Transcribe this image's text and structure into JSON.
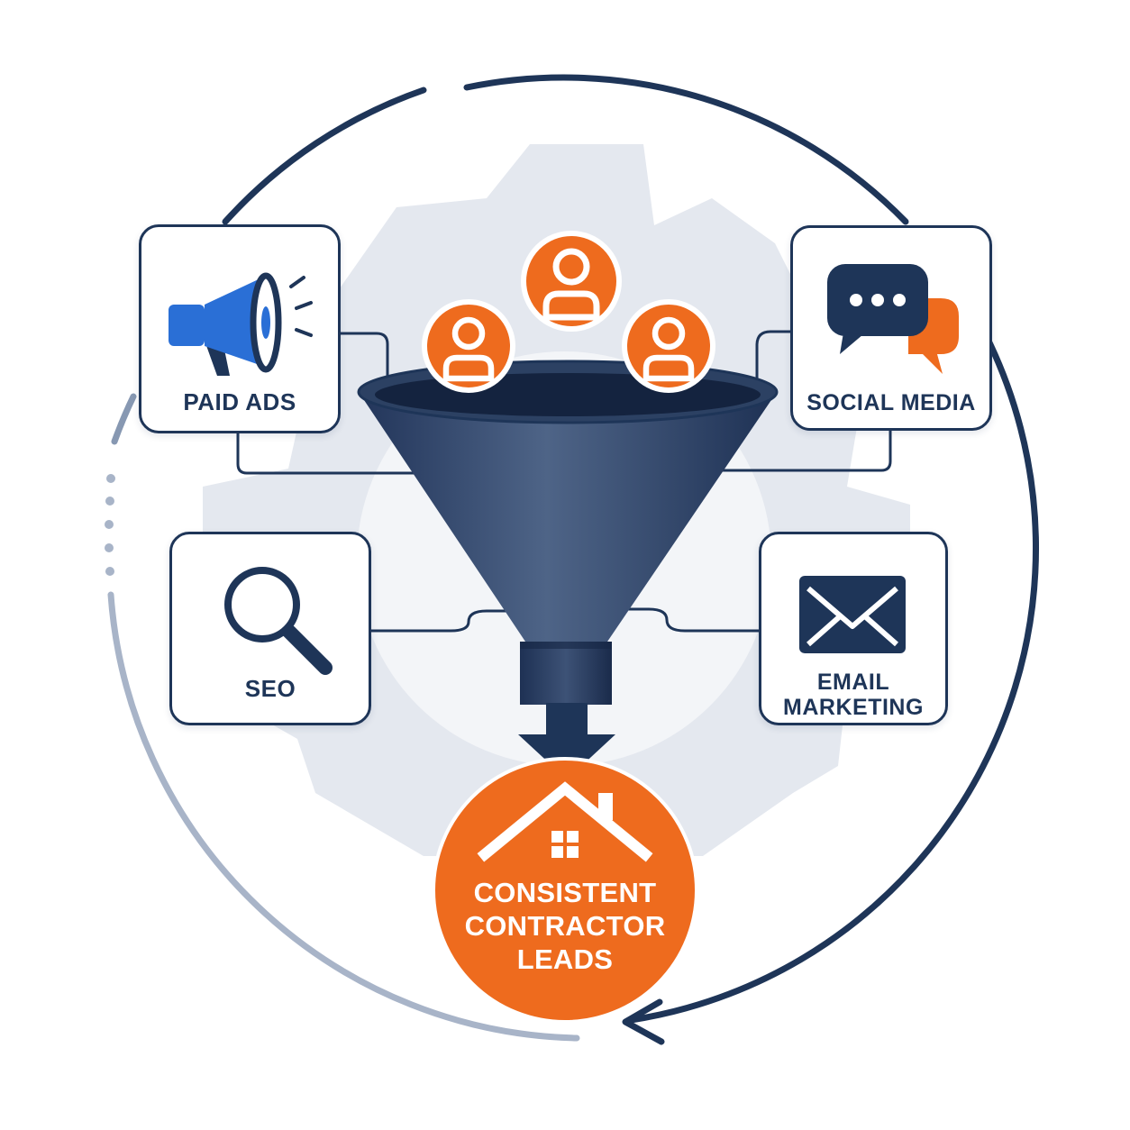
{
  "colors": {
    "navy": "#1e3558",
    "orange": "#ee6b1e",
    "blue": "#2a6fd6",
    "gear_gray": "#e4e8ef",
    "funnel_dark": "#2c4163"
  },
  "channels": [
    {
      "id": "paid-ads",
      "label": "PAID ADS",
      "icon": "megaphone-icon"
    },
    {
      "id": "social-media",
      "label": "SOCIAL MEDIA",
      "icon": "chat-bubbles-icon"
    },
    {
      "id": "seo",
      "label": "SEO",
      "icon": "magnifier-icon"
    },
    {
      "id": "email-marketing",
      "label_lines": [
        "EMAIL",
        "MARKETING"
      ],
      "icon": "envelope-icon"
    }
  ],
  "leads": {
    "count": 3,
    "icon": "user-icon"
  },
  "result": {
    "lines": [
      "CONSISTENT",
      "CONTRACTOR",
      "LEADS"
    ],
    "icon": "house-icon"
  }
}
